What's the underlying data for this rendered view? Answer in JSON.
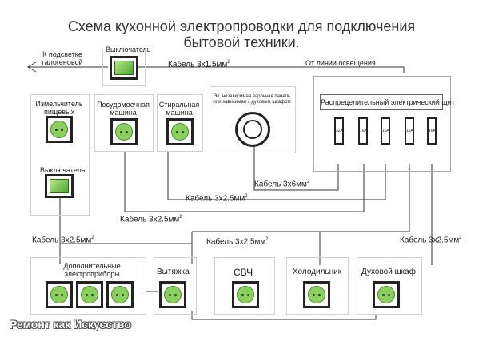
{
  "title_line1": "Схема кухонной электропроводки для подключения",
  "title_line2": "бытовой техники.",
  "labels": {
    "halogen": "К подсветке галогеновой",
    "switch_top": "Выключатель",
    "cable_1x5": "Кабель 3х1.5мм",
    "from_lighting": "От линии освещения",
    "waste_disposer": "Измельчитель пищевых отходов",
    "dishwasher": "Посудомоечная машина",
    "washing_machine": "Стиральная машина",
    "hob_note": "Эл. независимая варочная панель или зависимая с духовым шкафом",
    "dist_panel": "Распределительный электрический щит",
    "switch_left": "Выключатель",
    "cable_6": "Кабель 3х6мм",
    "cable_25_a": "Кабель 3х2.5мм",
    "cable_25_b": "Кабель 3х2.5мм",
    "cable_25_left": "Кабель 3х2.5мм",
    "cable_25_mid": "Кабель 3х2.5мм",
    "cable_25_right": "Кабель 3х2.5мм",
    "extra_appliances": "Дополнительные электроприборы",
    "hood": "Вытяжка",
    "microwave": "СВЧ",
    "fridge": "Холодильник",
    "oven": "Духовой шкаф",
    "sup2": "2",
    "watermark": "Ремонт как Искусство"
  },
  "breakers": [
    "32A",
    "16A",
    "16A",
    "16A",
    "16A"
  ]
}
